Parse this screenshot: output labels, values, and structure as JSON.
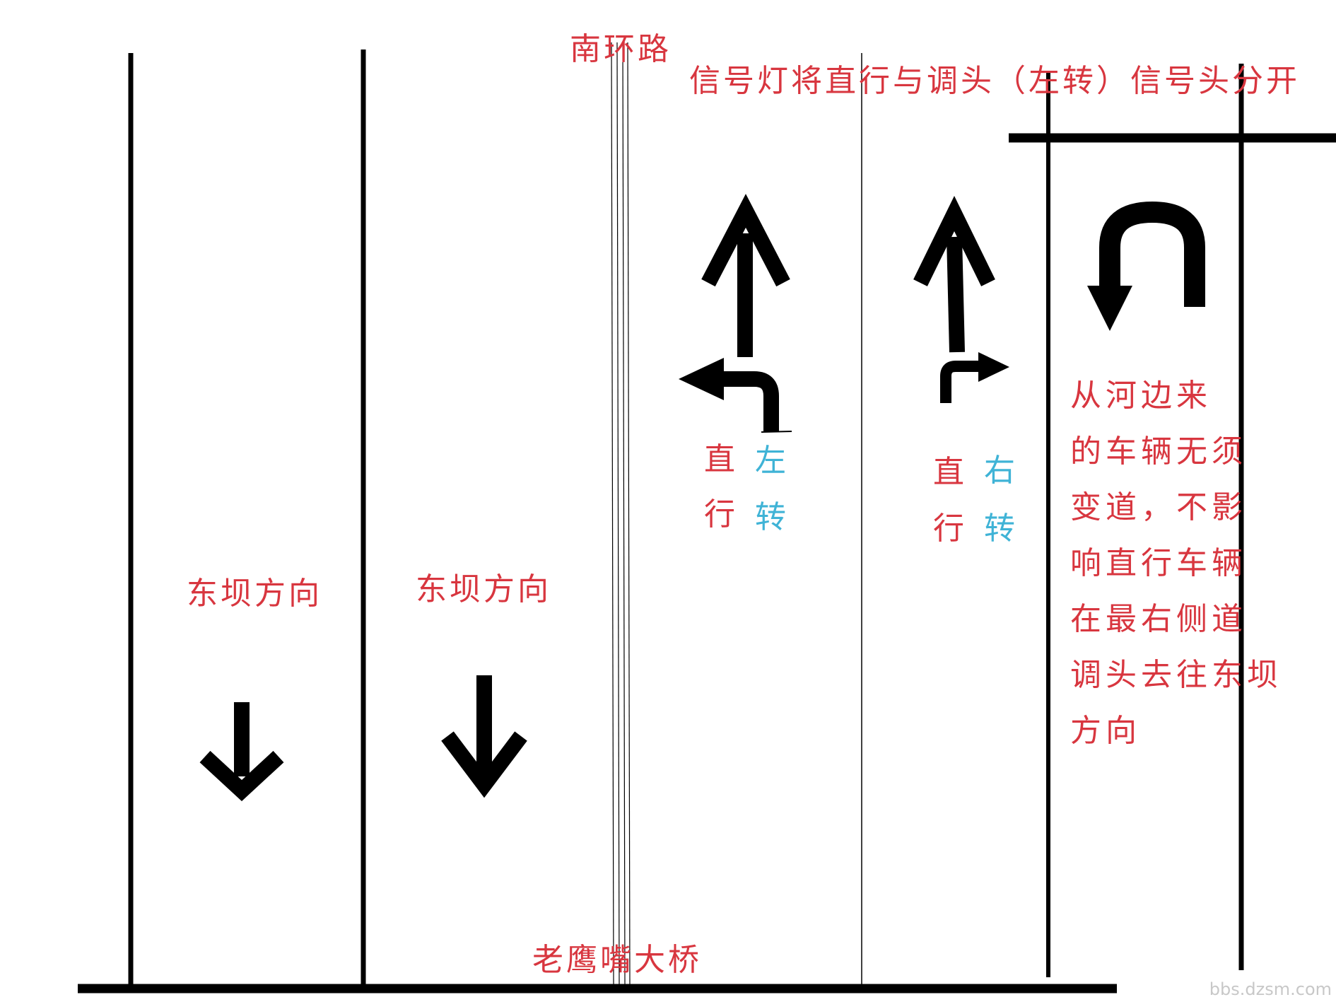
{
  "road_top_label": "南环路",
  "road_bottom_label": "老鹰嘴大桥",
  "heading": "信号灯将直行与调头（左转）信号头分开",
  "lane_labels": {
    "lane1": "东坝方向",
    "lane2": "东坝方向"
  },
  "lane3_labels": {
    "straight": [
      "直",
      "行"
    ],
    "turn": [
      "左",
      "转"
    ]
  },
  "lane4_labels": {
    "straight": [
      "直",
      "行"
    ],
    "turn": [
      "右",
      "转"
    ]
  },
  "note_lines": [
    "从河边来",
    "的车辆无须",
    "变道，不影",
    "响直行车辆",
    "在最右侧道",
    "调头去往东坝",
    "方向"
  ],
  "watermark": "bbs.dzsm.com",
  "colors": {
    "text_red": "#d8363f",
    "text_cyan": "#3fb3d6",
    "line": "#000000"
  }
}
